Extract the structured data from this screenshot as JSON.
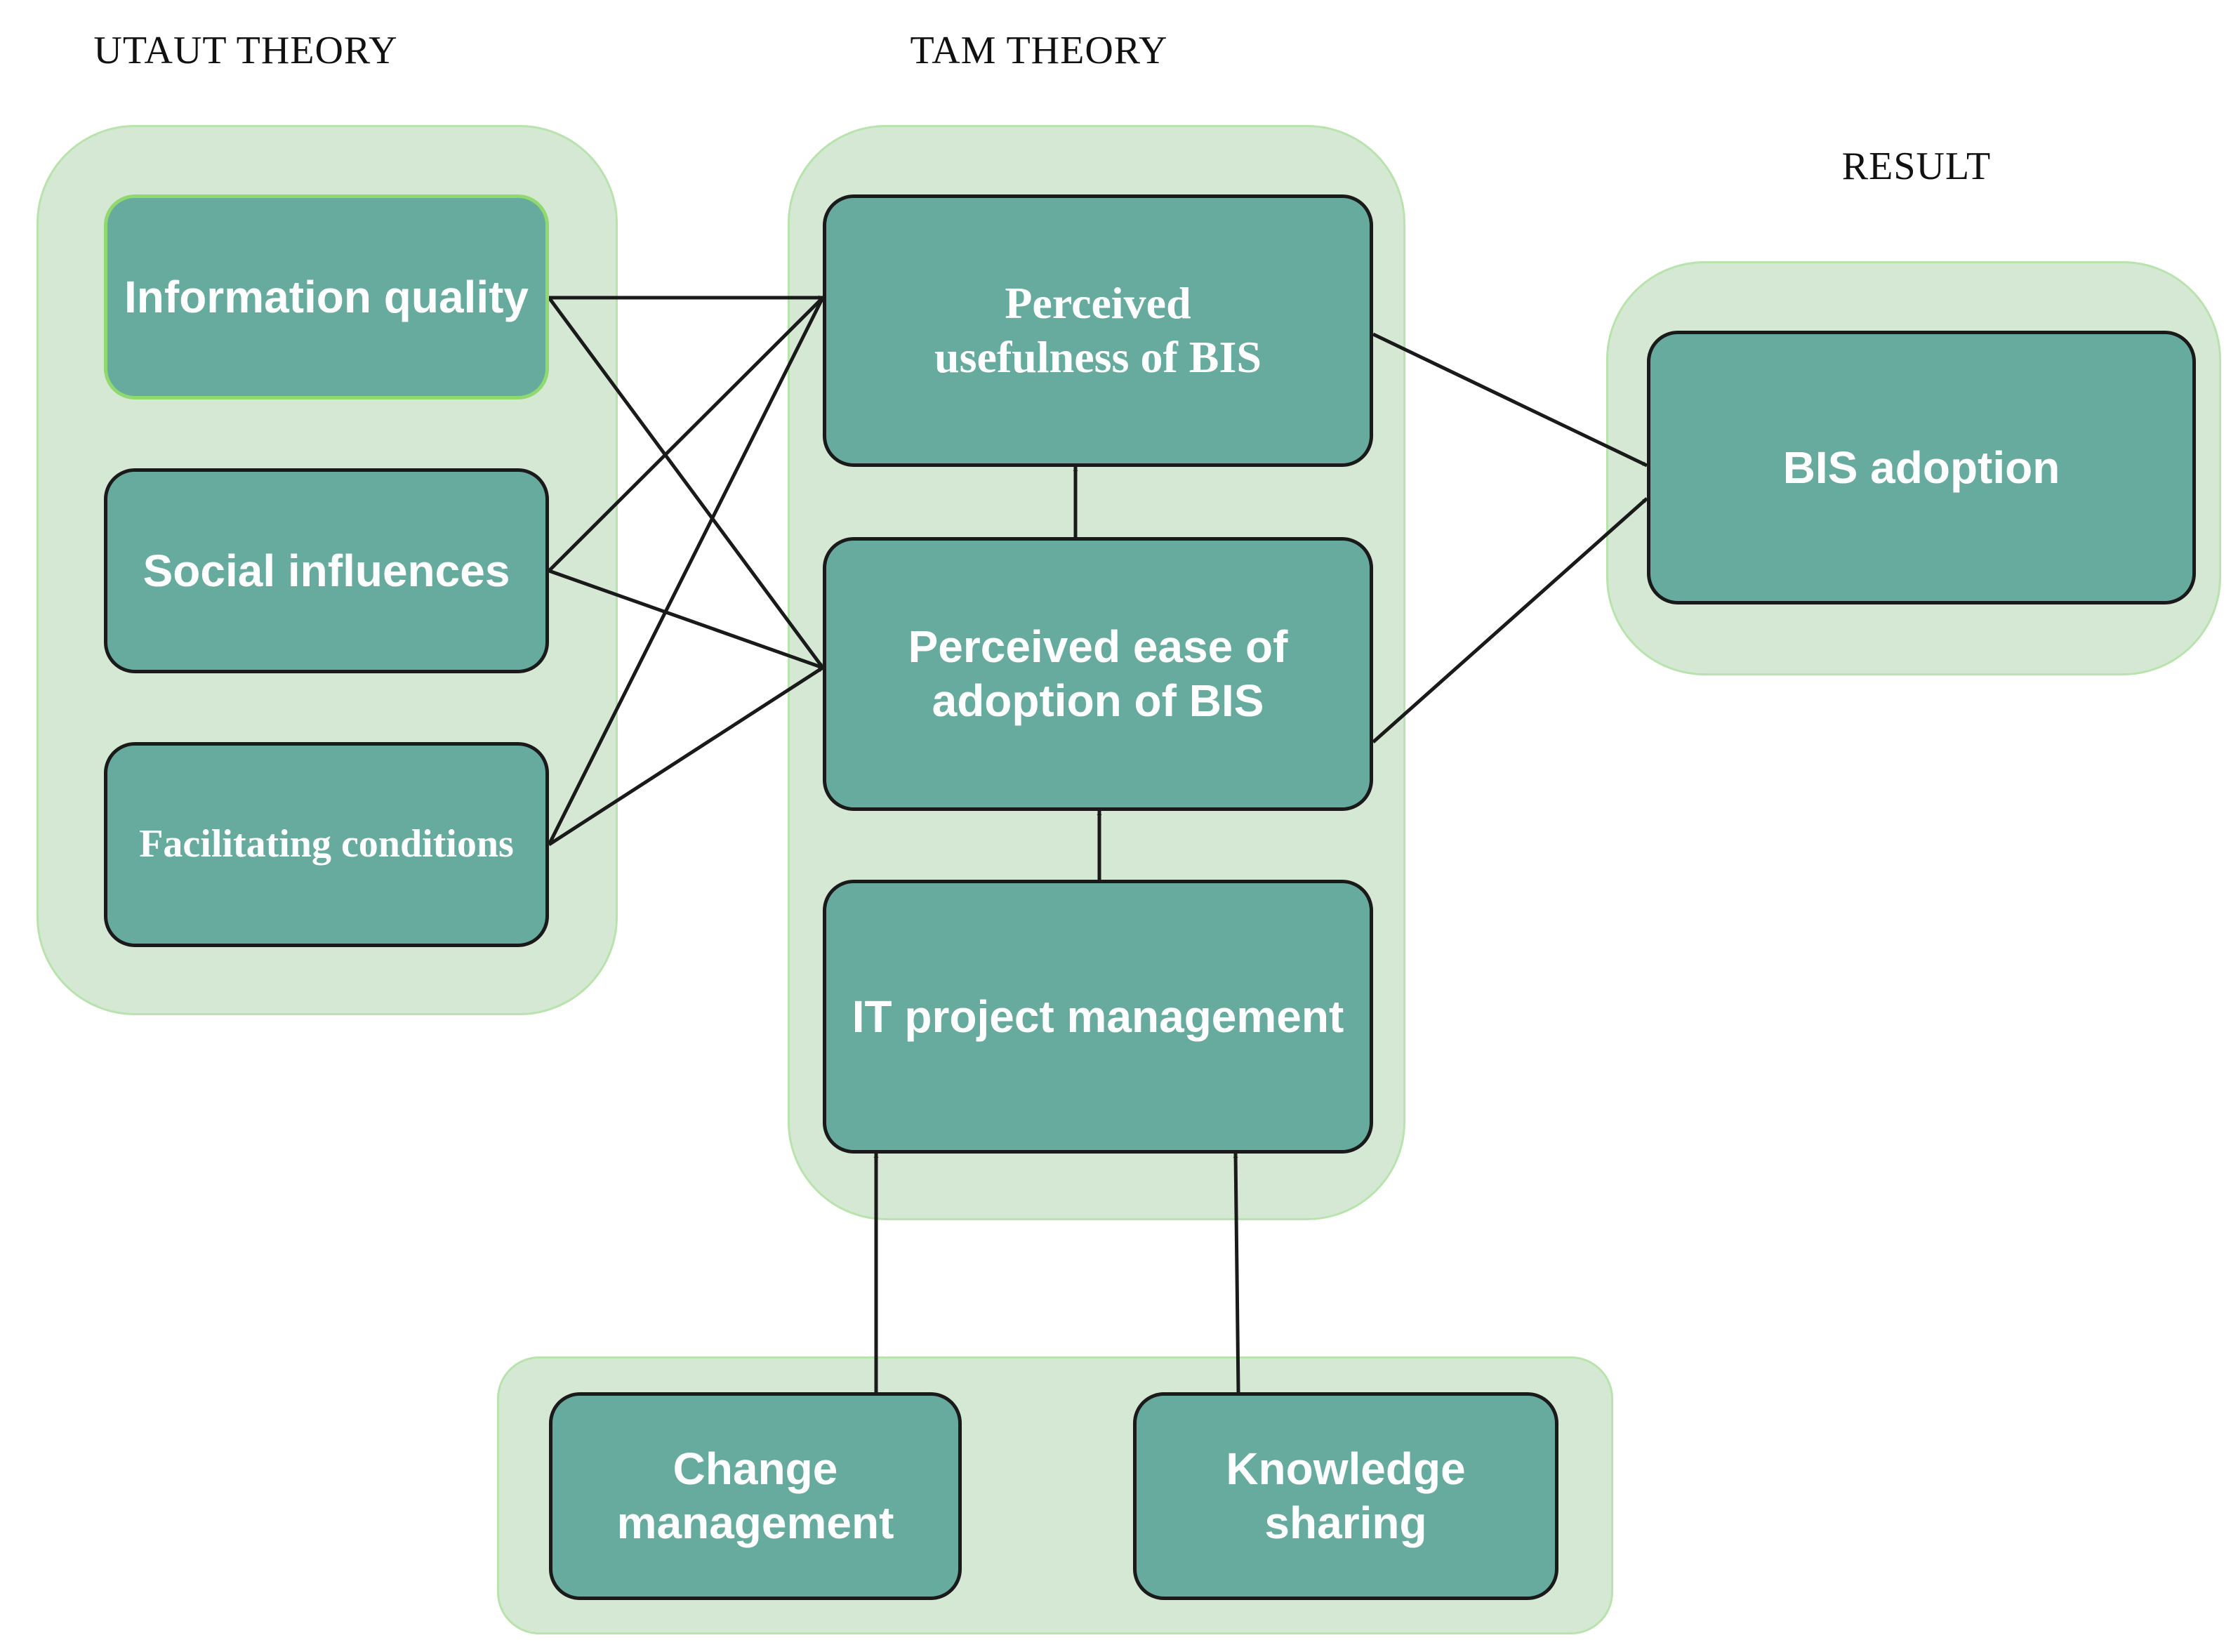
{
  "headings": {
    "utaut": "UTAUT THEORY",
    "tam": "TAM THEORY",
    "result": "RESULT"
  },
  "nodes": {
    "information_quality": "Information quality",
    "social_influences": "Social influences",
    "facilitating_conditions": "Facilitating conditions",
    "perceived_usefulness": "Perceived\nusefulness of BIS",
    "perceived_ease": "Perceived ease of\nadoption of BIS",
    "it_project_management": "IT project management",
    "bis_adoption": "BIS adoption",
    "change_management": "Change\nmanagement",
    "knowledge_sharing": "Knowledge sharing"
  },
  "colors": {
    "group_fill": "#d5e8d4",
    "group_border": "#b9e3ad",
    "node_fill": "#67ab9f",
    "node_border": "#1a1a1a",
    "node_text": "#ffffff",
    "edge": "#1a1a1a"
  },
  "edges": [
    {
      "from": "information_quality",
      "to": "perceived_usefulness"
    },
    {
      "from": "information_quality",
      "to": "perceived_ease"
    },
    {
      "from": "social_influences",
      "to": "perceived_usefulness"
    },
    {
      "from": "social_influences",
      "to": "perceived_ease"
    },
    {
      "from": "facilitating_conditions",
      "to": "perceived_usefulness"
    },
    {
      "from": "facilitating_conditions",
      "to": "perceived_ease"
    },
    {
      "from": "perceived_ease",
      "to": "perceived_usefulness"
    },
    {
      "from": "it_project_management",
      "to": "perceived_ease"
    },
    {
      "from": "change_management",
      "to": "it_project_management"
    },
    {
      "from": "knowledge_sharing",
      "to": "it_project_management"
    },
    {
      "from": "perceived_usefulness",
      "to": "bis_adoption"
    },
    {
      "from": "perceived_ease",
      "to": "bis_adoption"
    }
  ]
}
